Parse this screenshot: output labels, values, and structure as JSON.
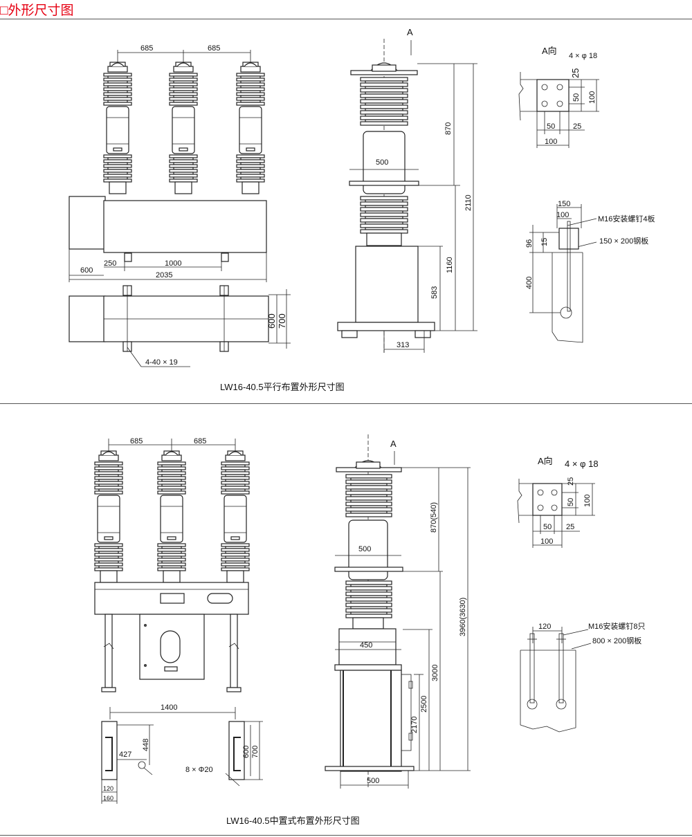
{
  "header": {
    "title": "外形尺寸图"
  },
  "top": {
    "caption": "LW16-40.5平行布置外形尺寸图",
    "front": {
      "d1": "685",
      "d2": "685",
      "d250": "250",
      "d1000": "1000",
      "d600": "600",
      "d2035": "2035"
    },
    "plan": {
      "d600": "600",
      "d700": "700",
      "holes": "4-40 × 19"
    },
    "side": {
      "viewA": "A",
      "d870": "870",
      "d500": "500",
      "d2110": "2110",
      "d1160": "1160",
      "d583": "583",
      "d313": "313"
    },
    "adir": {
      "label": "A向",
      "holes": "4 × φ 18",
      "d25": "25",
      "d50v": "50",
      "d100v": "100",
      "d50h": "50",
      "d25h": "25",
      "d100h": "100"
    },
    "mount": {
      "d150": "150",
      "d100": "100",
      "bolt": "M16安装螺钉4板",
      "plate": "150 × 200钢板",
      "d96": "96",
      "d15": "15",
      "d400": "400"
    }
  },
  "bottom": {
    "caption": "LW16-40.5中置式布置外形尺寸图",
    "front": {
      "d1": "685",
      "d2": "685"
    },
    "plan": {
      "d1400": "1400",
      "d427": "427",
      "d448": "448",
      "d600": "600",
      "d700": "700",
      "holes": "8 × Φ20",
      "d120": "120",
      "d160": "160"
    },
    "side": {
      "viewA": "A",
      "d870": "870(540)",
      "d500top": "500",
      "d3960": "3960(3630)",
      "d450": "450",
      "d3000": "3000",
      "d2500": "2500",
      "d2170": "2170",
      "d500bot": "500"
    },
    "adir": {
      "label": "A向",
      "holes": "4 × φ 18",
      "d25": "25",
      "d50v": "50",
      "d100v": "100",
      "d50h": "50",
      "d25h": "25",
      "d100h": "100"
    },
    "mount": {
      "d120": "120",
      "bolt": "M16安装螺钉8只",
      "plate": "800 × 200钢板"
    }
  }
}
